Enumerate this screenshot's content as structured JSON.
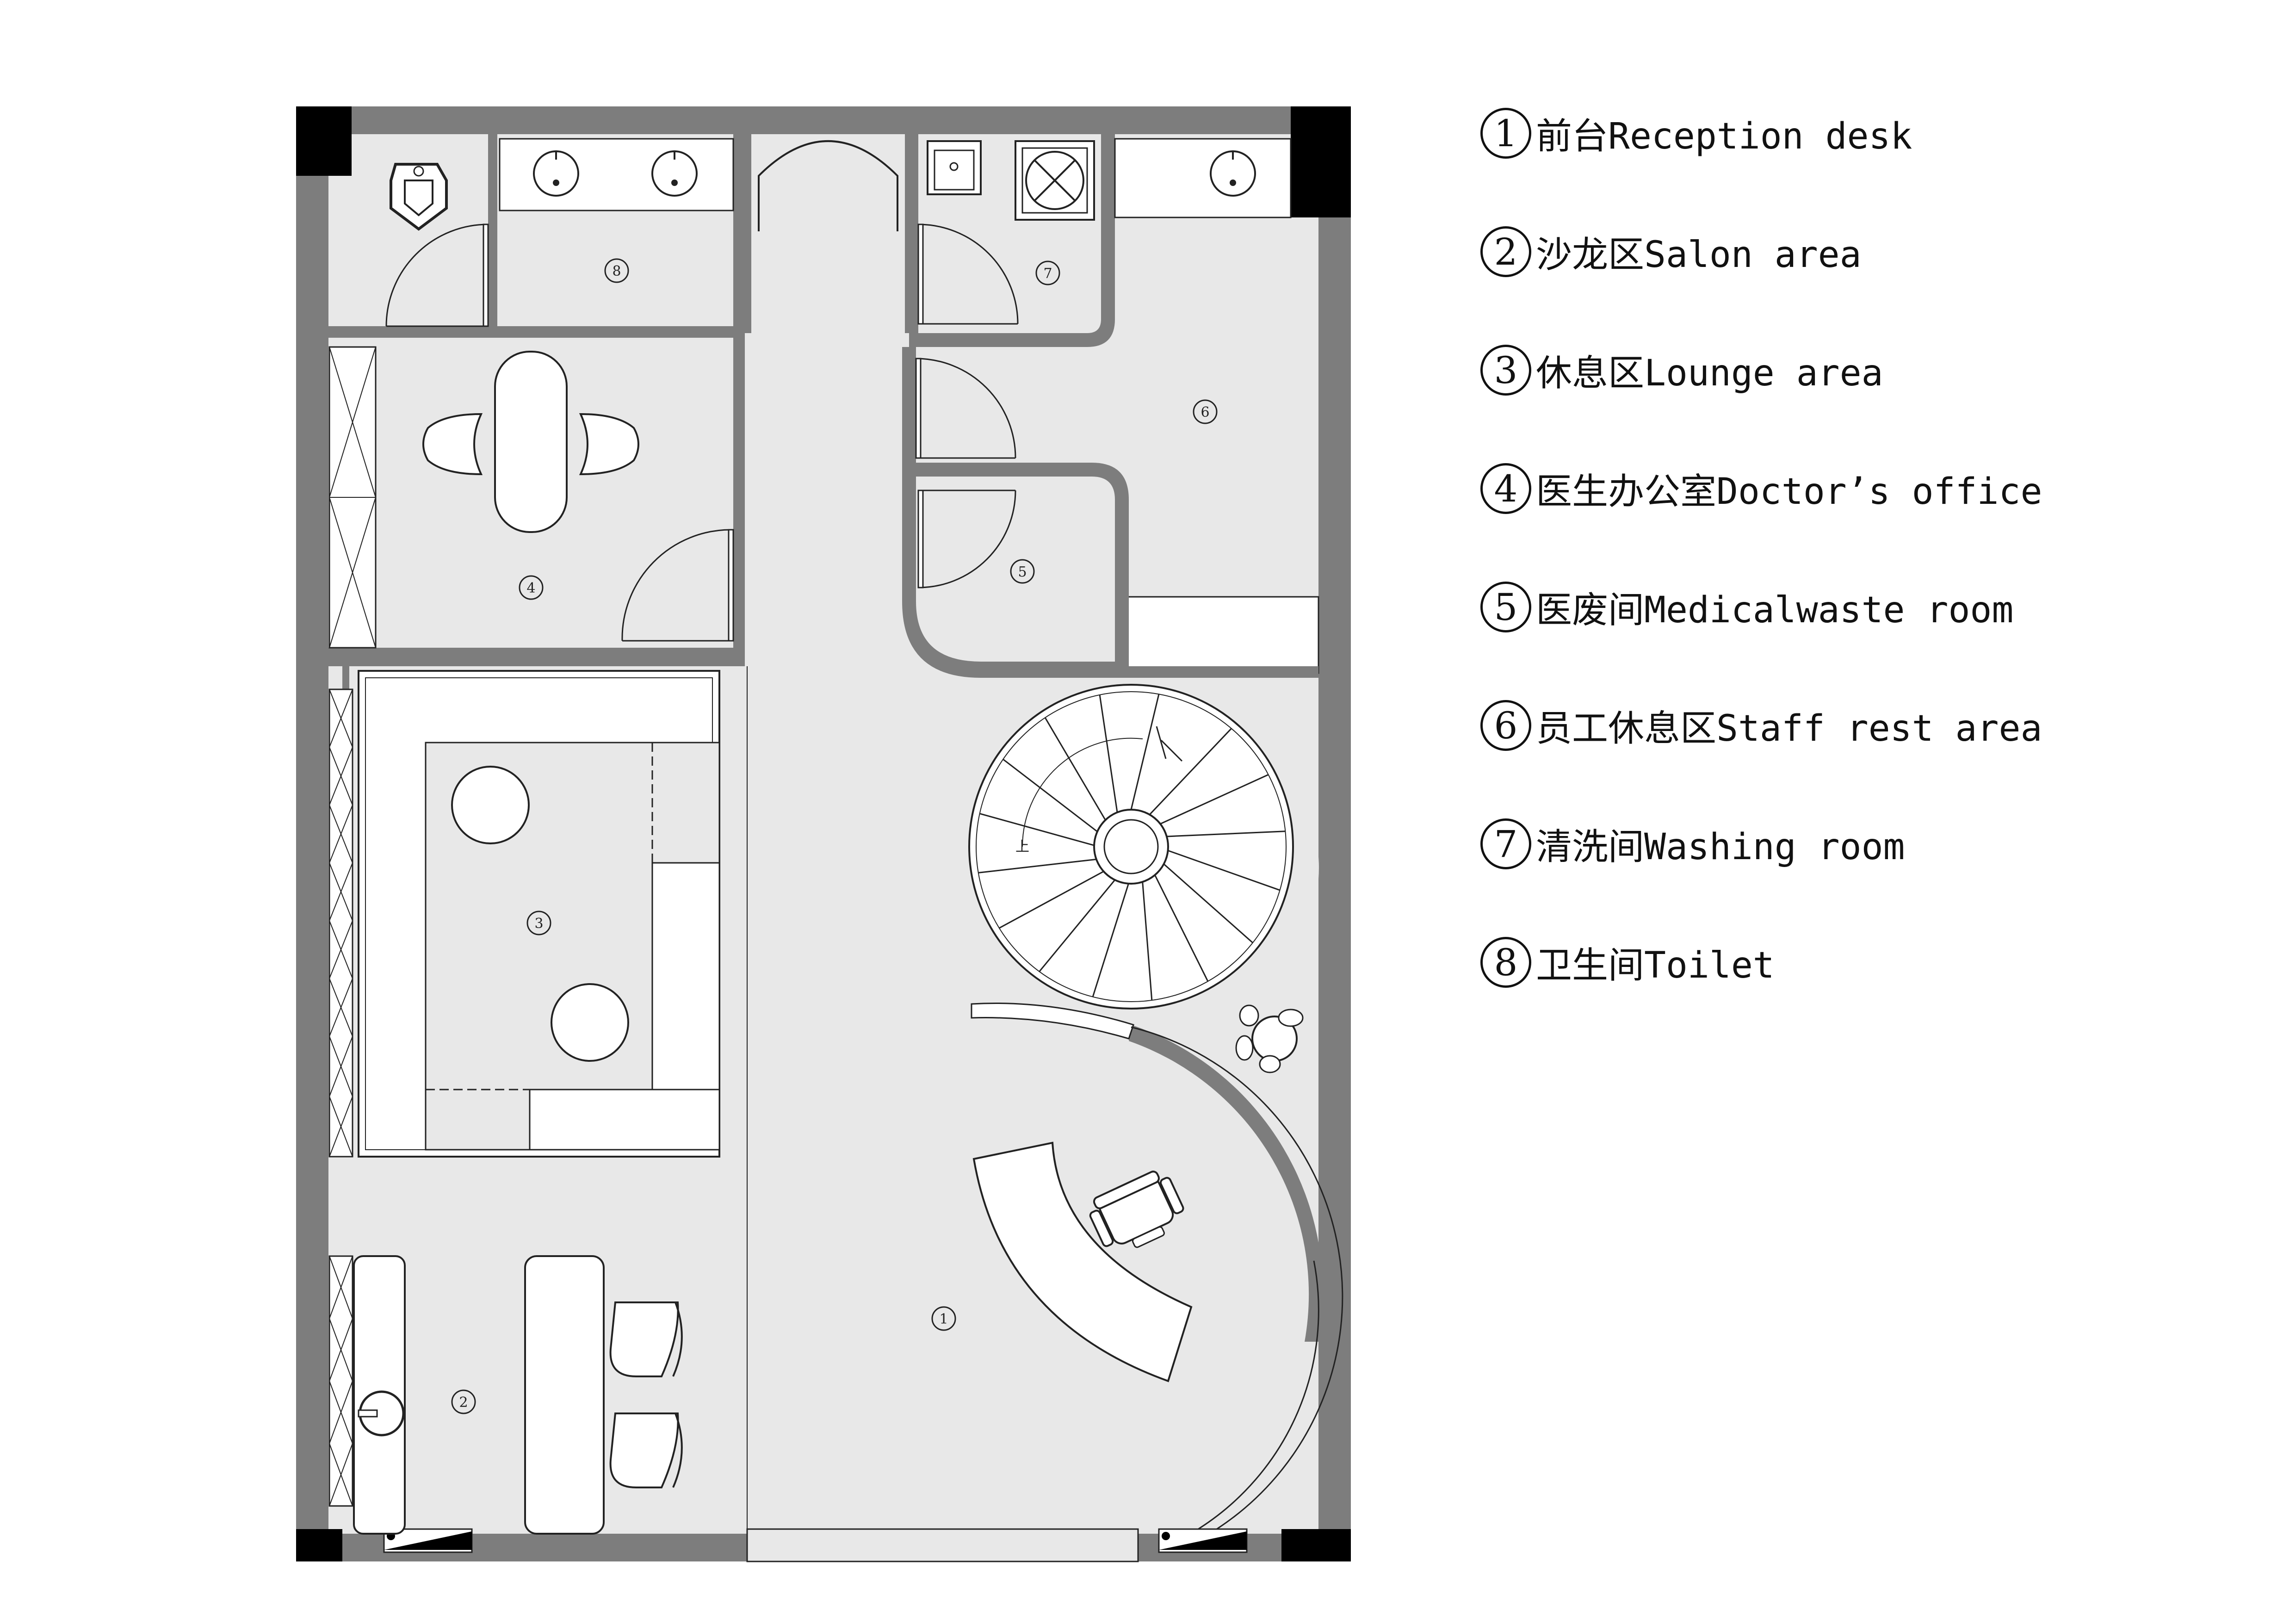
{
  "legend": [
    {
      "num": "1",
      "label": "前台Reception desk"
    },
    {
      "num": "2",
      "label": "沙龙区Salon area"
    },
    {
      "num": "3",
      "label": "休息区Lounge area"
    },
    {
      "num": "4",
      "label": "医生办公室Doctor’s office"
    },
    {
      "num": "5",
      "label": "医废间Medicalwaste room"
    },
    {
      "num": "6",
      "label": "员工休息区Staff rest area"
    },
    {
      "num": "7",
      "label": "清洗间Washing room"
    },
    {
      "num": "8",
      "label": "卫生间Toilet"
    }
  ],
  "room_markers": {
    "reception": "1",
    "salon": "2",
    "lounge": "3",
    "doctor_office": "4",
    "medical_waste": "5",
    "staff_rest": "6",
    "washing": "7",
    "toilet": "8"
  },
  "stair_label": "上",
  "colors": {
    "wall": "#7d7d7d",
    "column": "#000000",
    "floor": "#e8e8e8",
    "furniture": "#ffffff",
    "line": "#222222"
  }
}
